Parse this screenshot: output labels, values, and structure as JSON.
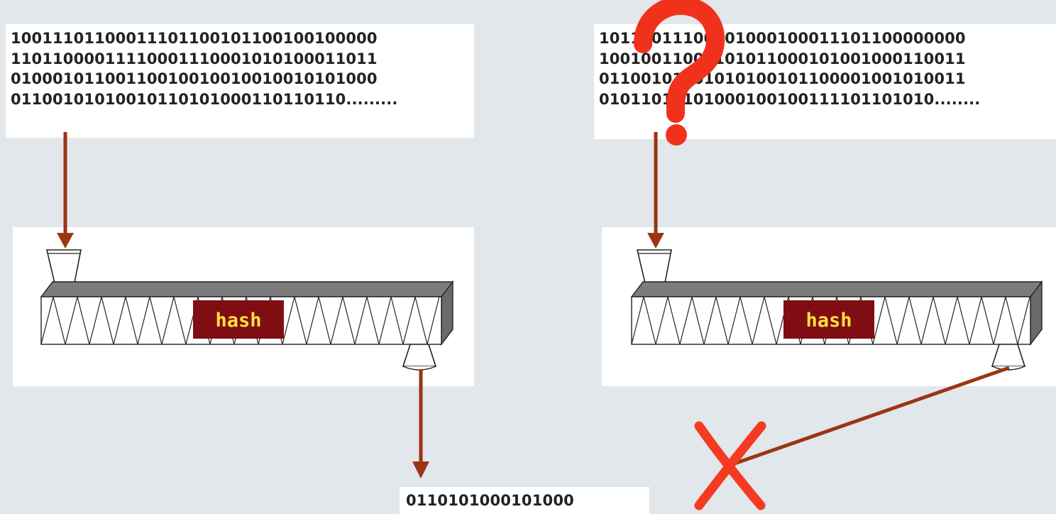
{
  "diagram": {
    "input_known": {
      "lines": [
        "10011101100011101100101100100100000",
        "11011000011110001110001010100011011",
        "01000101100110010010010010010101000",
        "01100101010010110101000110110110........."
      ]
    },
    "input_unknown": {
      "lines": [
        "10110011100101000100011101100000000",
        "10010011001101011000101001000110011",
        "01100101001010100101100001001010011",
        "01011010101000100100111101101010........"
      ],
      "obscuring_mark": "?"
    },
    "hash_machine_left": {
      "label": "hash"
    },
    "hash_machine_right": {
      "label": "hash"
    },
    "output": {
      "digest": "0110101000101000"
    },
    "rejected_path_mark": "X",
    "colors": {
      "background": "#e1e7ea",
      "arrow": "#9b3512",
      "hash_label_bg": "#7f0d12",
      "hash_label_text": "#ffe23a",
      "question_mark": "#f0321d",
      "cross_mark": "#f53a22",
      "conveyor_top": "#7c7c7c",
      "conveyor_end": "#6a6a6a"
    }
  }
}
